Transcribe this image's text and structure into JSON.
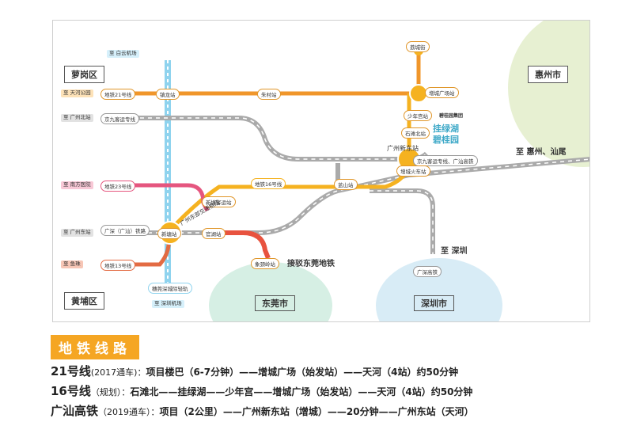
{
  "map": {
    "districts": {
      "luogang": "萝岗区",
      "huangpu": "黄埔区",
      "huizhou": "惠州市",
      "dongguan": "东莞市",
      "shenzhen": "深圳市"
    },
    "destinations": {
      "baiyun_airport": "至 白云机场",
      "tianhe_park": "至 天河公园",
      "guangzhou_north": "至 广州北站",
      "nanfang_hospital": "至 南方医院",
      "guangzhou_east": "至 广州东站",
      "yuzhu": "至 鱼珠",
      "shenzhen_airport": "至 深圳机场",
      "huizhou_shanwei": "至 惠州、汕尾",
      "shenzhen": "至 深圳"
    },
    "lines": {
      "metro21": "地铁21号线",
      "metro23": "地铁23号线",
      "metro13": "地铁13号线",
      "metro16": "地铁16号线",
      "jingjiu": "京九客运专线",
      "guangshen_rail": "广深（广汕）铁路",
      "jingjiu_guangshan": "京九客运专线、广汕高铁",
      "guangshen_hsr": "广深高铁",
      "guanhui": "穗莞深城际轻轨",
      "dongguan_link": "接驳东莞地铁",
      "dongxin_expressway": "广州东部交通枢纽"
    },
    "stations": {
      "zenglijie": "荔城街",
      "zengcheng_square": "增城广场站",
      "shaoniangong": "少年宫站",
      "shitan_north": "石滩北站",
      "guangzhou_xindong": "广州新东站",
      "zengcheng_huoche": "增城火车站",
      "zhenlong": "镇龙站",
      "zhucun": "朱村站",
      "xintang": "新塘站",
      "xintang_keyun": "新塘客运站",
      "guanhu": "官湖站",
      "lanshan": "蓝山站",
      "xiangtou": "象颈岭站"
    },
    "project": {
      "badge": "碧桂园集团",
      "name_line1": "挂绿湖",
      "name_line2": "碧桂园"
    }
  },
  "section": {
    "title": "地铁线路"
  },
  "routes": [
    {
      "name": "21号线",
      "note": "(2017通车)：",
      "desc": "项目楼巴（6-7分钟）——增城广场（始发站）——天河（4站）约50分钟"
    },
    {
      "name": "16号线",
      "note": "（规划）：",
      "desc": "石滩北——挂绿湖——少年宫——增城广场（始发站）——天河（4站）约50分钟"
    },
    {
      "name": "广汕高铁",
      "note": "（2019通车）：",
      "desc": "项目（2公里）——广州新东站（增城）——20分钟——广州东站（天河）"
    }
  ],
  "colors": {
    "line21": "#f0962a",
    "line16": "#f5b220",
    "line23": "#e5567f",
    "line13": "#e36b43",
    "rail": "#aaaaaa",
    "light_rail": "#8fd3ee",
    "dongguan_link": "#e8533f",
    "huizhou_zone": "#e7f0d2",
    "dongguan_zone": "#d6efe4",
    "shenzhen_zone": "#d8ecf6",
    "project": "#3fa9c8"
  }
}
